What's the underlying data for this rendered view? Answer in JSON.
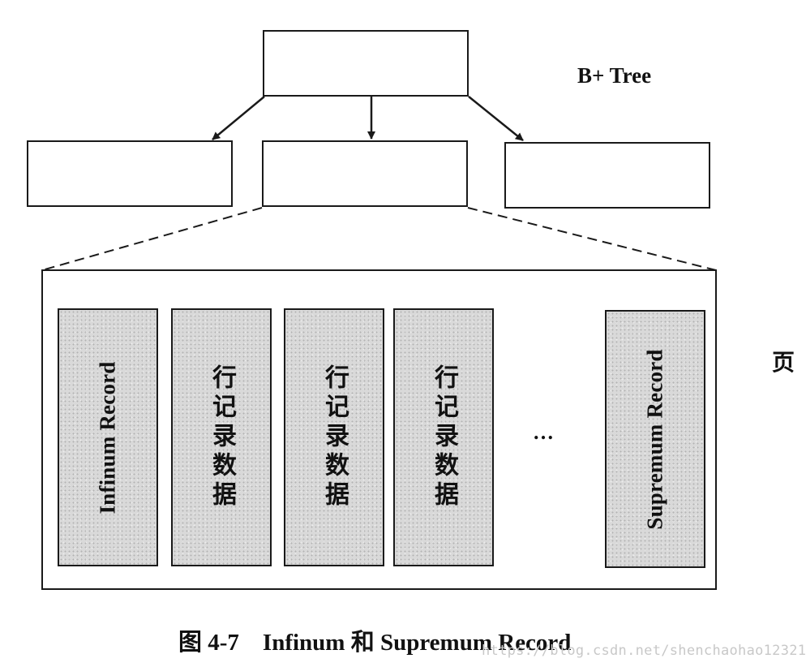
{
  "tree_label": "B+ Tree",
  "page_label": "页",
  "records": [
    {
      "label": "Infinum Record",
      "orientation": "rotated"
    },
    {
      "label": "行记录数据",
      "orientation": "vertical"
    },
    {
      "label": "行记录数据",
      "orientation": "vertical"
    },
    {
      "label": "行记录数据",
      "orientation": "vertical"
    },
    {
      "label": "Supremum Record",
      "orientation": "rotated"
    }
  ],
  "ellipsis": "…",
  "caption": "图 4-7    Infinum 和 Supremum Record",
  "watermark": "https://blog.csdn.net/shenchaohao12321",
  "colors": {
    "line": "#1a1a1a",
    "record_fill": "#d9d9d9",
    "watermark": "#c8c8c8"
  }
}
